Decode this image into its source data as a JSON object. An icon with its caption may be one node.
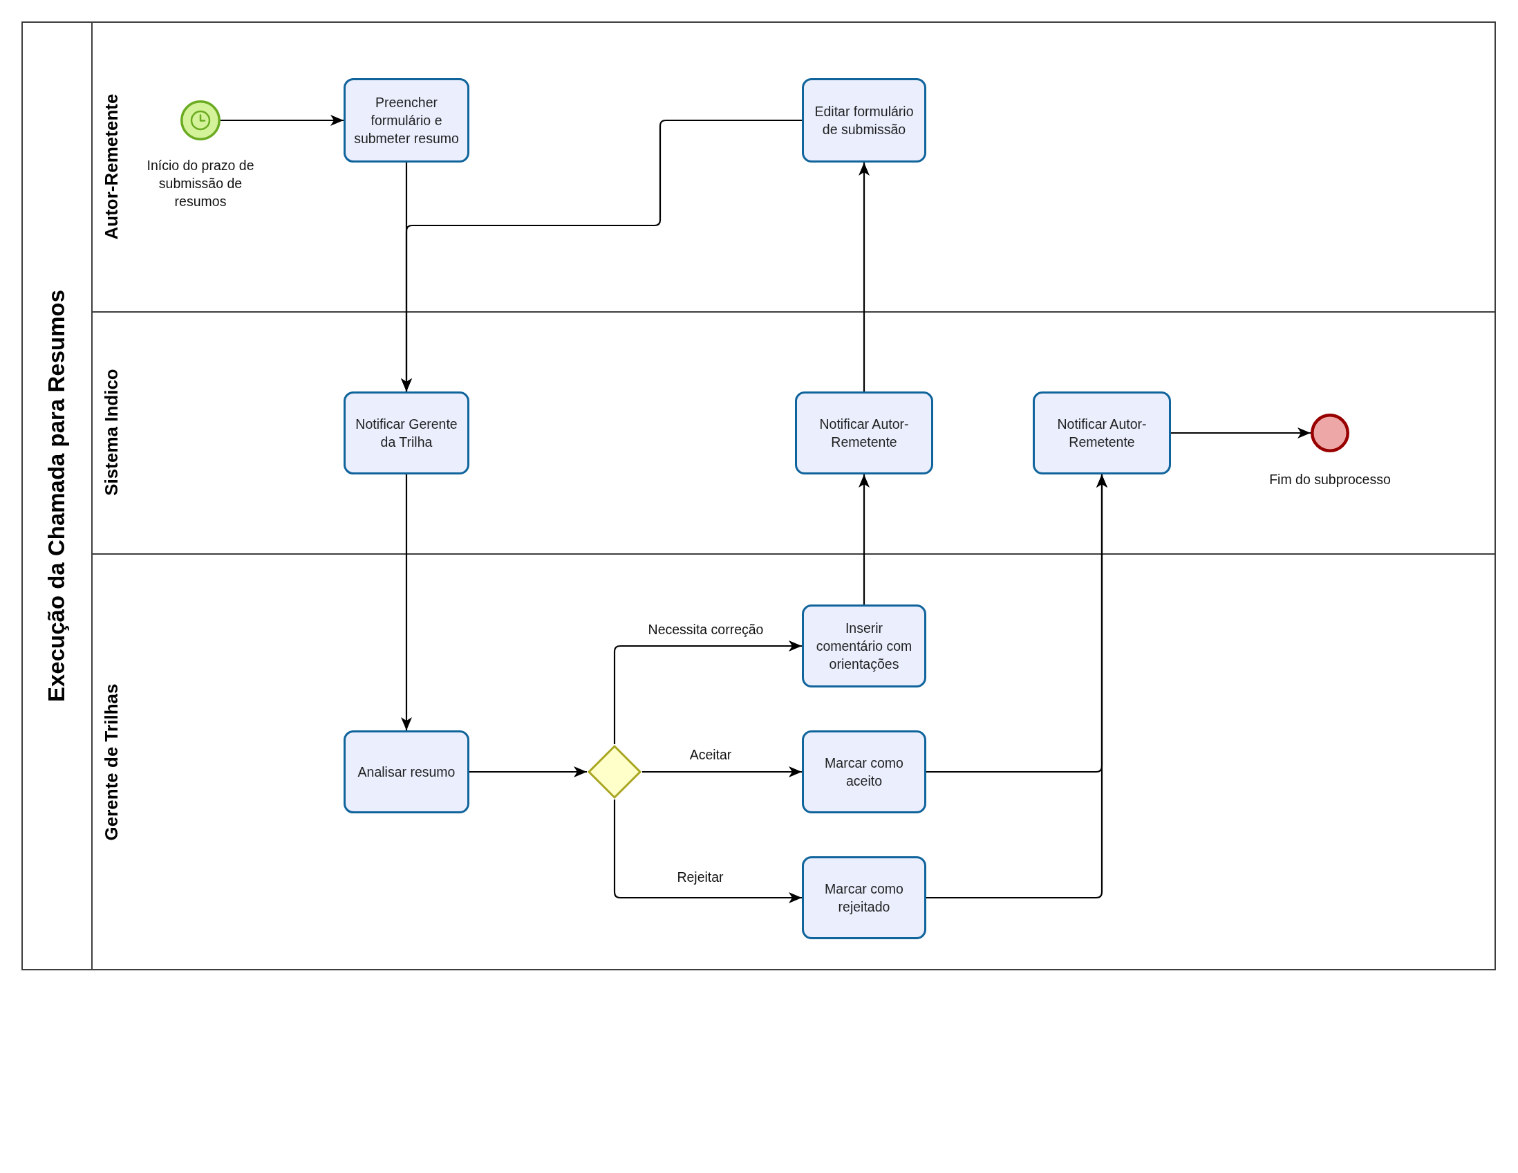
{
  "diagram": {
    "nodes": [
      {
        "text": [
          "Execução da Chamada para Resumos"
        ]
      },
      {
        "text": [
          "Autor-Remetente"
        ],
        "in": 0
      },
      {
        "text": [
          "Sistema Indico"
        ],
        "in": 0
      },
      {
        "text": [
          "Gerente de Trilhas"
        ],
        "in": 0
      },
      {
        "text": [],
        "shape": "circle",
        "beside": [
          "Início do prazo de submissão de resumos"
        ],
        "in": 1
      },
      {
        "text": [
          "Preencher formulário e submeter resumo"
        ],
        "in": 1
      },
      {
        "text": [
          "Editar formulário de submissão"
        ],
        "in": 1
      },
      {
        "text": [
          "Notificar Gerente da Trilha"
        ],
        "in": 2
      },
      {
        "text": [
          "Notificar Autor-Remetente"
        ],
        "in": 2
      },
      {
        "text": [
          "Notificar Autor-Remetente"
        ],
        "in": 2
      },
      {
        "text": [],
        "shape": "circle",
        "beside": [
          "Fim do subprocesso"
        ],
        "in": 2
      },
      {
        "text": [
          "Inserir comentário com orientações"
        ],
        "in": 3
      },
      {
        "text": [
          "Analisar resumo"
        ],
        "in": 3
      },
      {
        "text": [],
        "shape": "diamond",
        "in": 3
      },
      {
        "text": [
          "Marcar como aceito"
        ],
        "in": 3
      },
      {
        "text": [
          "Marcar como rejeitado"
        ],
        "in": 3
      }
    ],
    "edges": [
      {
        "from": 4,
        "to": 5,
        "arrow": "to"
      },
      {
        "from": 5,
        "to": 7,
        "arrow": "to"
      },
      {
        "from": 6,
        "to": 7,
        "arrow": "to"
      },
      {
        "from": 7,
        "to": 12,
        "arrow": "to"
      },
      {
        "from": 12,
        "to": 13,
        "arrow": "to"
      },
      {
        "from": 13,
        "to": 11,
        "label": "Necessita correção",
        "arrow": "to"
      },
      {
        "from": 13,
        "to": 14,
        "label": "Aceitar",
        "arrow": "to"
      },
      {
        "from": 13,
        "to": 15,
        "label": "Rejeitar",
        "arrow": "to"
      },
      {
        "from": 11,
        "to": 8,
        "arrow": "to"
      },
      {
        "from": 8,
        "to": 6,
        "arrow": "to"
      },
      {
        "from": 14,
        "to": 9,
        "arrow": "to"
      },
      {
        "from": 15,
        "to": 9,
        "arrow": "to"
      },
      {
        "from": 9,
        "to": 10,
        "arrow": "to"
      }
    ]
  }
}
